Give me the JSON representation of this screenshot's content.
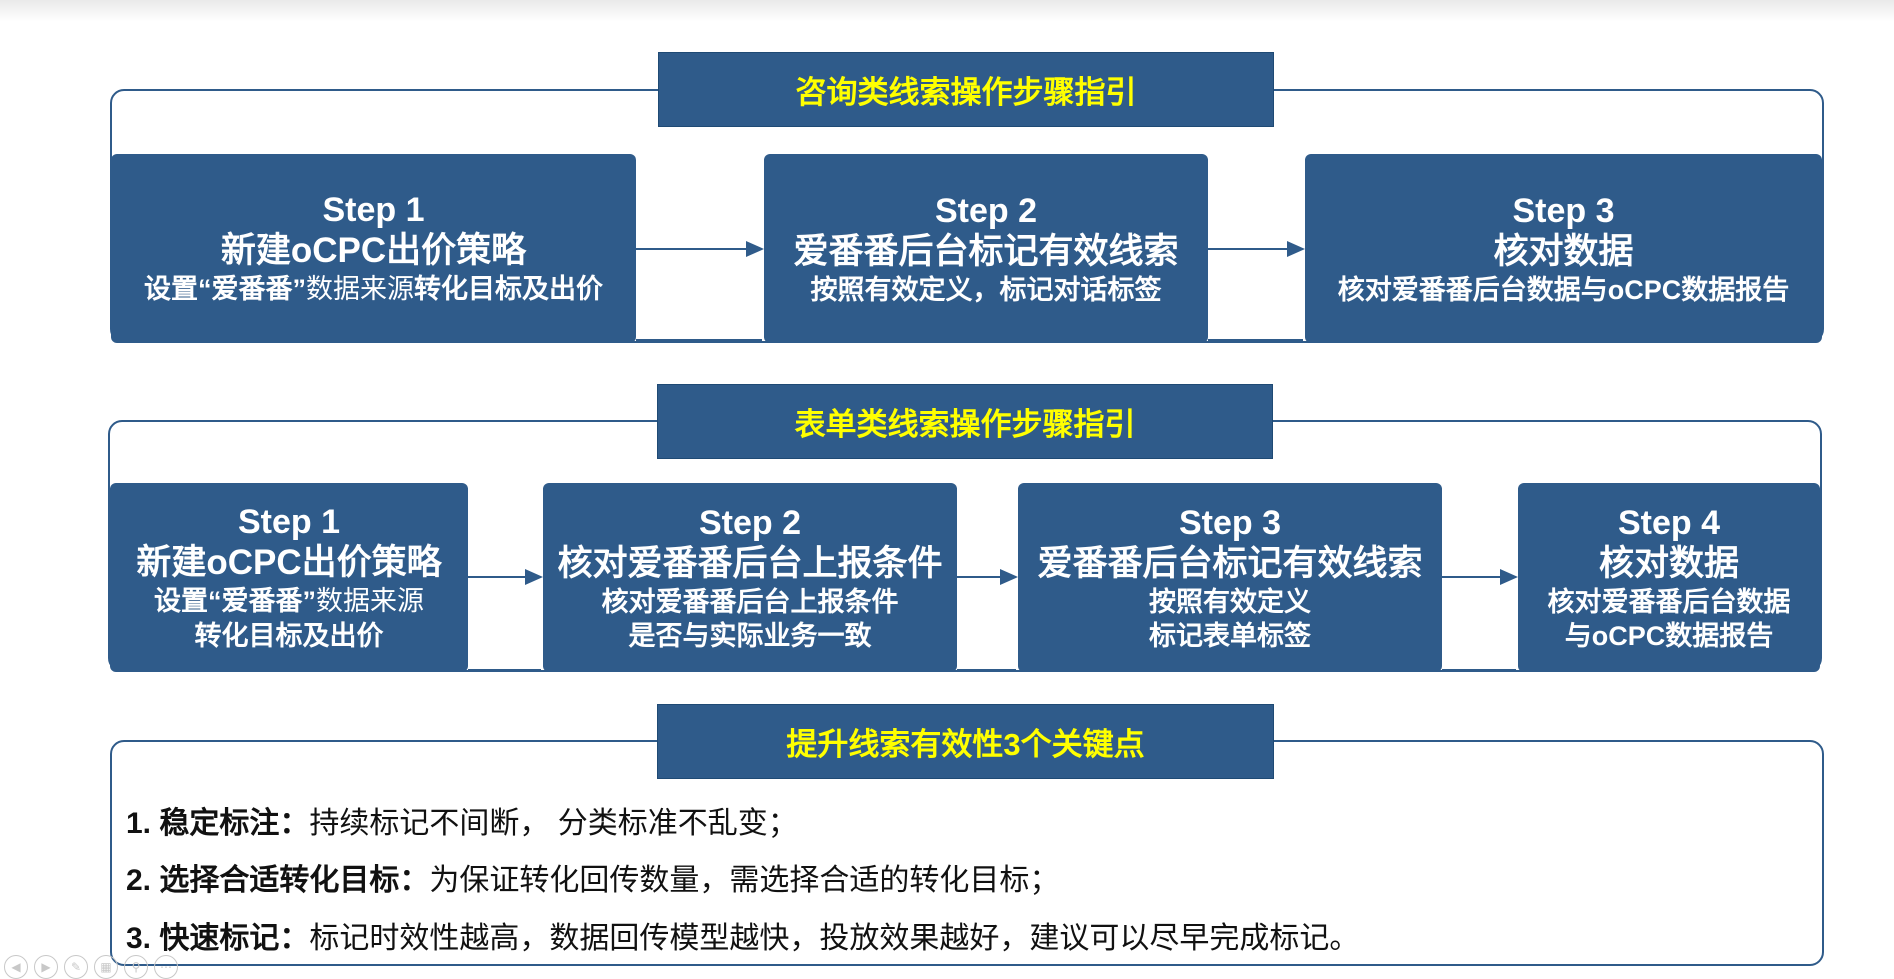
{
  "section1": {
    "title": "咨询类线索操作步骤指引",
    "steps": [
      {
        "num": "Step 1",
        "main": "新建oCPC出价策略",
        "sub_parts": [
          "设置“爱番番”",
          "数据来源",
          "转化目标及出价"
        ]
      },
      {
        "num": "Step 2",
        "main": "爱番番后台标记有效线索",
        "sub": "按照有效定义，标记对话标签"
      },
      {
        "num": "Step 3",
        "main": "核对数据",
        "sub": "核对爱番番后台数据与oCPC数据报告"
      }
    ]
  },
  "section2": {
    "title": "表单类线索操作步骤指引",
    "steps": [
      {
        "num": "Step 1",
        "main": "新建oCPC出价策略",
        "sub_parts": [
          "设置“爱番番”",
          "数据来源"
        ],
        "sub2": "转化目标及出价"
      },
      {
        "num": "Step 2",
        "main": "核对爱番番后台上报条件",
        "sub": "核对爱番番后台上报条件",
        "sub2": "是否与实际业务一致"
      },
      {
        "num": "Step 3",
        "main": "爱番番后台标记有效线索",
        "sub": "按照有效定义",
        "sub2": "标记表单标签"
      },
      {
        "num": "Step 4",
        "main": "核对数据",
        "sub": "核对爱番番后台数据",
        "sub2": "与oCPC数据报告"
      }
    ]
  },
  "section3": {
    "title": "提升线索有效性3个关键点",
    "points": [
      {
        "head": "1. 稳定标注：",
        "text": "持续标记不间断， 分类标准不乱变；"
      },
      {
        "head": "2. 选择合适转化目标：",
        "text": "为保证转化回传数量，需选择合适的转化目标；"
      },
      {
        "head": "3. 快速标记：",
        "text": "标记时效性越高，数据回传模型越快，投放效果越好，建议可以尽早完成标记。"
      }
    ]
  },
  "colors": {
    "box": "#2f5b8a",
    "title_text": "#ffff00",
    "step_text": "#ffffff"
  }
}
